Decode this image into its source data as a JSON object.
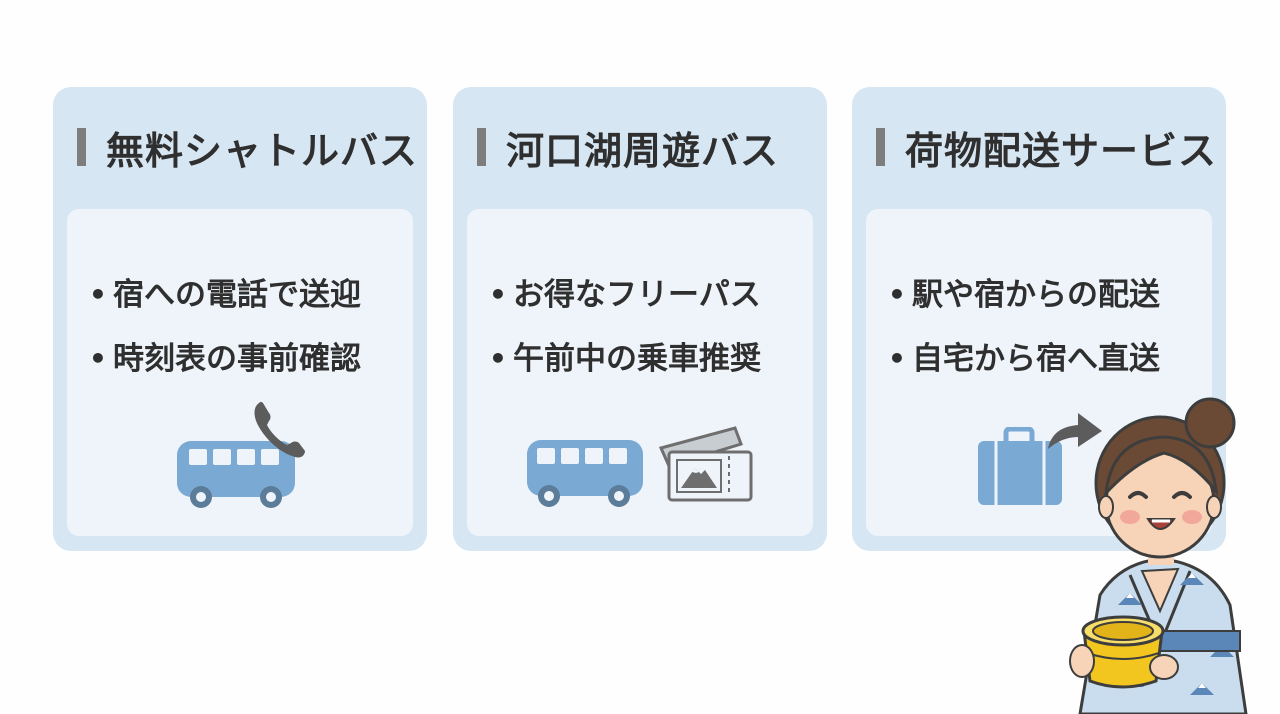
{
  "cards": [
    {
      "title": "無料シャトルバス",
      "bullets": [
        "宿への電話で送迎",
        "時刻表の事前確認"
      ],
      "icons": [
        "bus-icon",
        "phone-icon"
      ]
    },
    {
      "title": "河口湖周遊バス",
      "bullets": [
        "お得なフリーパス",
        "午前中の乗車推奨"
      ],
      "icons": [
        "bus-icon",
        "ticket-icon"
      ]
    },
    {
      "title": "荷物配送サービス",
      "bullets": [
        "駅や宿からの配送",
        "自宅から宿へ直送"
      ],
      "icons": [
        "suitcase-icon",
        "arrow-icon"
      ]
    }
  ],
  "bullet_symbol": "•",
  "colors": {
    "card_bg": "#d6e6f3",
    "inner_bg": "#eef4fa",
    "icon_blue": "#7aaad4",
    "title_bar": "#7d7d7d",
    "text": "#2f2f2f"
  }
}
